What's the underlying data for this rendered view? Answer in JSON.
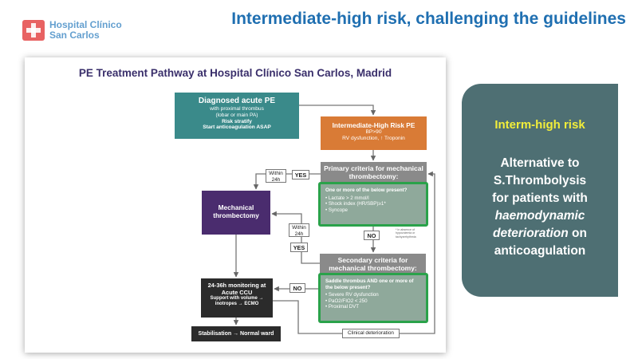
{
  "header": {
    "logo": {
      "line1": "Hospital Clínico",
      "line2": "San Carlos",
      "icon": "hospital-cross-logo"
    },
    "title": "Intermediate-high risk, challenging the guidelines"
  },
  "flowchart": {
    "title": "PE Treatment Pathway at Hospital Clínico San Carlos, Madrid",
    "diagnosed": {
      "title": "Diagnosed acute PE",
      "lines": [
        "with proximal thrombus",
        "(lobar or main PA)"
      ],
      "bold_lines": [
        "Risk stratify",
        "Start anticoagulation ASAP"
      ]
    },
    "ihr": {
      "title": "Intermediate-High Risk PE",
      "lines": [
        "BP>90",
        "RV dysfunction, ↑ Troponin"
      ]
    },
    "primary": {
      "header": "Primary criteria for mechanical thrombectomy:",
      "intro": "One or more of the below present?",
      "items": [
        "Lactate > 2 mmol/l",
        "Shock index (HR/SBP)≥1*",
        "Syncope"
      ]
    },
    "secondary": {
      "header": "Secondary criteria for mechanical thrombectomy:",
      "intro": "Saddle thrombus AND one or more of the below present?",
      "items": [
        "Severe RV dysfunction",
        "PaO2/FIO2 < 250",
        "Proximal DVT"
      ]
    },
    "thrombectomy": {
      "title": "Mechanical thrombectomy"
    },
    "monitoring": {
      "title": "24-36h monitoring at Acute CCU",
      "lines": [
        "Support with volume →",
        "inotropes → ECMO"
      ]
    },
    "stabilisation": {
      "label": "Stabilisation → Normal ward"
    },
    "labels": {
      "within24_a": "Within 24h",
      "yes_a": "YES",
      "within24_b": "Within 24h",
      "yes_b": "YES",
      "no_a": "NO",
      "no_b": "NO",
      "clinical_deterioration": "Clinical deterioration"
    },
    "footnote": "* In absence of hypovolemia or tachyarrhythmia"
  },
  "panel": {
    "header": "Interm-high risk",
    "line1": "Alternative to",
    "line2": "S.Thrombolysis",
    "line3": "for patients with",
    "line4_italic": "haemodynamic",
    "line5_italic": "deterioration",
    "line5_rest": " on",
    "line6": "anticoagulation"
  },
  "colors": {
    "title_blue": "#1f6fb1",
    "teal": "#3a8a8a",
    "orange": "#d97b36",
    "purple": "#4a2c6e",
    "criteria_green_border": "#2aa24a",
    "panel_bg": "#4e6f73",
    "panel_header_yellow": "#f2ee3a"
  }
}
